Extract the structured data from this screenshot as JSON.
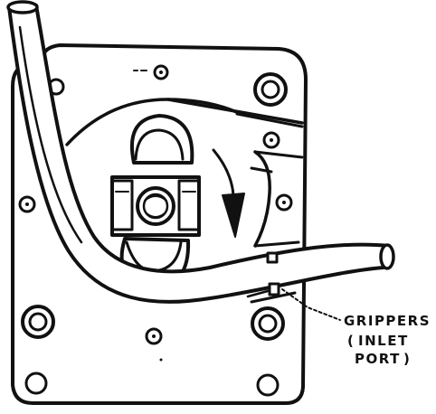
{
  "diagram": {
    "callout": {
      "line1": "GRIPPERS",
      "line2_open": "(",
      "line2": "INLET",
      "line3": "PORT",
      "line3_close": ")"
    },
    "colors": {
      "ink": "#111111",
      "paper": "#ffffff"
    },
    "icons": {
      "rotation_direction": "down-arrow-icon"
    }
  }
}
